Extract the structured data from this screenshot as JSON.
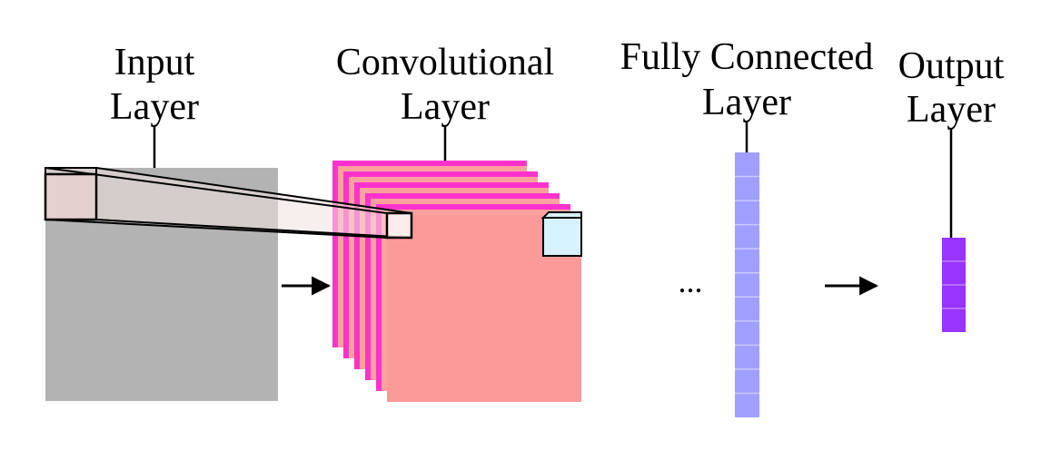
{
  "labels": {
    "input": [
      "Input",
      "Layer"
    ],
    "conv": [
      "Convolutional",
      "Layer"
    ],
    "fc": [
      "Fully Connected",
      "Layer"
    ],
    "output": [
      "Output",
      "Layer"
    ],
    "ellipsis": "..."
  },
  "colors": {
    "input_map": "#b3b3b3",
    "conv_front": "#fc9a9a",
    "conv_back": "#ff33cc",
    "conv_mid": "#fca0a0",
    "fc": "#9f9fff",
    "output": "#9933ff",
    "kernel_box": "#e8d0d0",
    "conv_kernel": "#d6f1ff",
    "line": "#000000"
  },
  "conv_stack_count": 6,
  "fc_cells": 11,
  "output_cells": 4
}
